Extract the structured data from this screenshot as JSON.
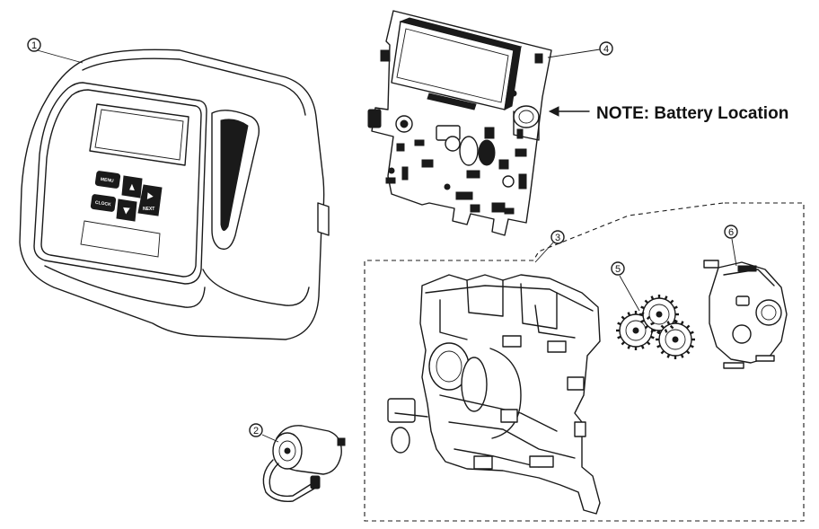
{
  "note": {
    "text": "NOTE: Battery Location"
  },
  "callouts": [
    {
      "id": "1",
      "label": "1"
    },
    {
      "id": "2",
      "label": "2"
    },
    {
      "id": "3",
      "label": "3"
    },
    {
      "id": "4",
      "label": "4"
    },
    {
      "id": "5",
      "label": "5"
    },
    {
      "id": "6",
      "label": "6"
    }
  ],
  "keypad": {
    "keys": [
      "MENU",
      "CLOCK",
      "NEXT"
    ]
  }
}
